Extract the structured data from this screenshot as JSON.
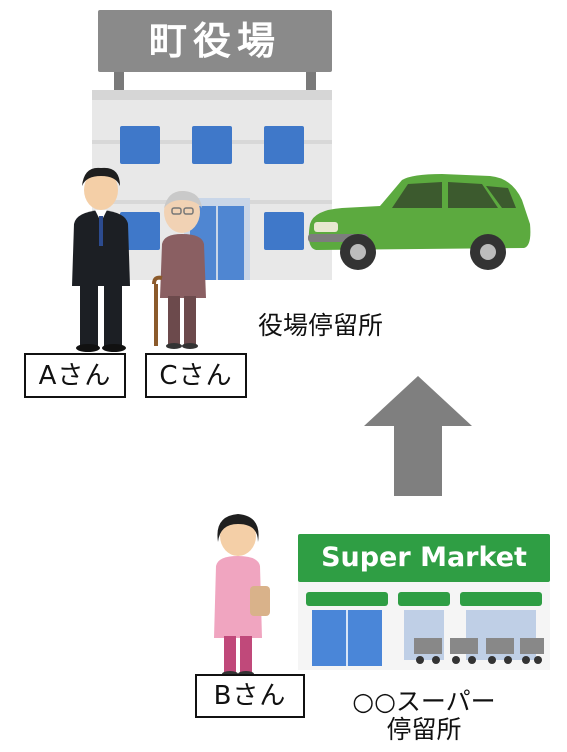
{
  "town_hall": {
    "sign_text": "町役場"
  },
  "people": {
    "a_label": "Aさん",
    "c_label": "Cさん",
    "b_label": "Bさん"
  },
  "stops": {
    "town_hall_stop": "役場停留所",
    "supermarket_stop_line1": "○○スーパー",
    "supermarket_stop_line2": "停留所"
  },
  "supermarket": {
    "sign_text": "Super Market"
  },
  "colors": {
    "building_gray": "#e7e7e7",
    "window_blue": "#3f78c9",
    "sign_gray": "#8a8a8a",
    "car_green": "#5caa3f",
    "arrow_gray": "#7f7f7f",
    "market_green": "#2f9e44"
  }
}
